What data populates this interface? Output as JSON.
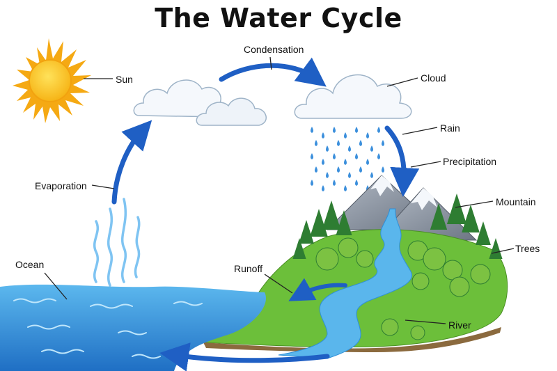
{
  "title": "The Water Cycle",
  "labels": {
    "sun": "Sun",
    "condensation": "Condensation",
    "cloud": "Cloud",
    "rain": "Rain",
    "precipitation": "Precipitation",
    "mountain": "Mountain",
    "trees": "Trees",
    "evaporation": "Evaporation",
    "ocean": "Ocean",
    "runoff": "Runoff",
    "river": "River"
  },
  "colors": {
    "arrow": "#1f5fc4",
    "sun": "#f7c21b",
    "sun_rays": "#f5a913",
    "ocean": "#2f8fd8",
    "ocean_light": "#8fd0f4",
    "river": "#5ab6ec",
    "grass": "#6cbf3a",
    "tree_dark": "#2e7d32",
    "tree_light": "#7cc242",
    "mountain": "#8d96a3",
    "snow": "#f4f7fb",
    "cloud": "#f5f8fc",
    "rain": "#3b8fdc",
    "vapor": "#7fc4f2"
  }
}
